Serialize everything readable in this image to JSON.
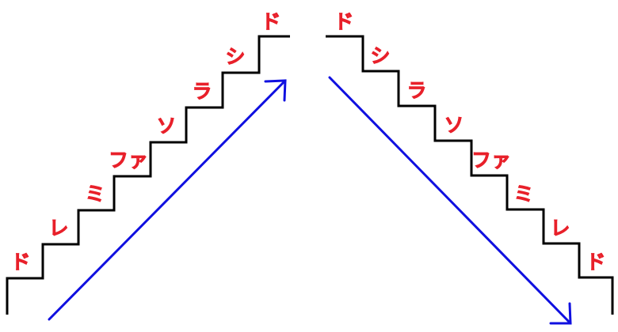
{
  "diagram": {
    "ascending_notes": [
      "ド",
      "レ",
      "ミ",
      "ファ",
      "ソ",
      "ラ",
      "シ",
      "ド"
    ],
    "descending_notes": [
      "ド",
      "シ",
      "ラ",
      "ソ",
      "ファ",
      "ミ",
      "レ",
      "ド"
    ],
    "colors": {
      "stairs": "#000000",
      "notes": "#e8202a",
      "arrows": "#1010e0"
    }
  }
}
